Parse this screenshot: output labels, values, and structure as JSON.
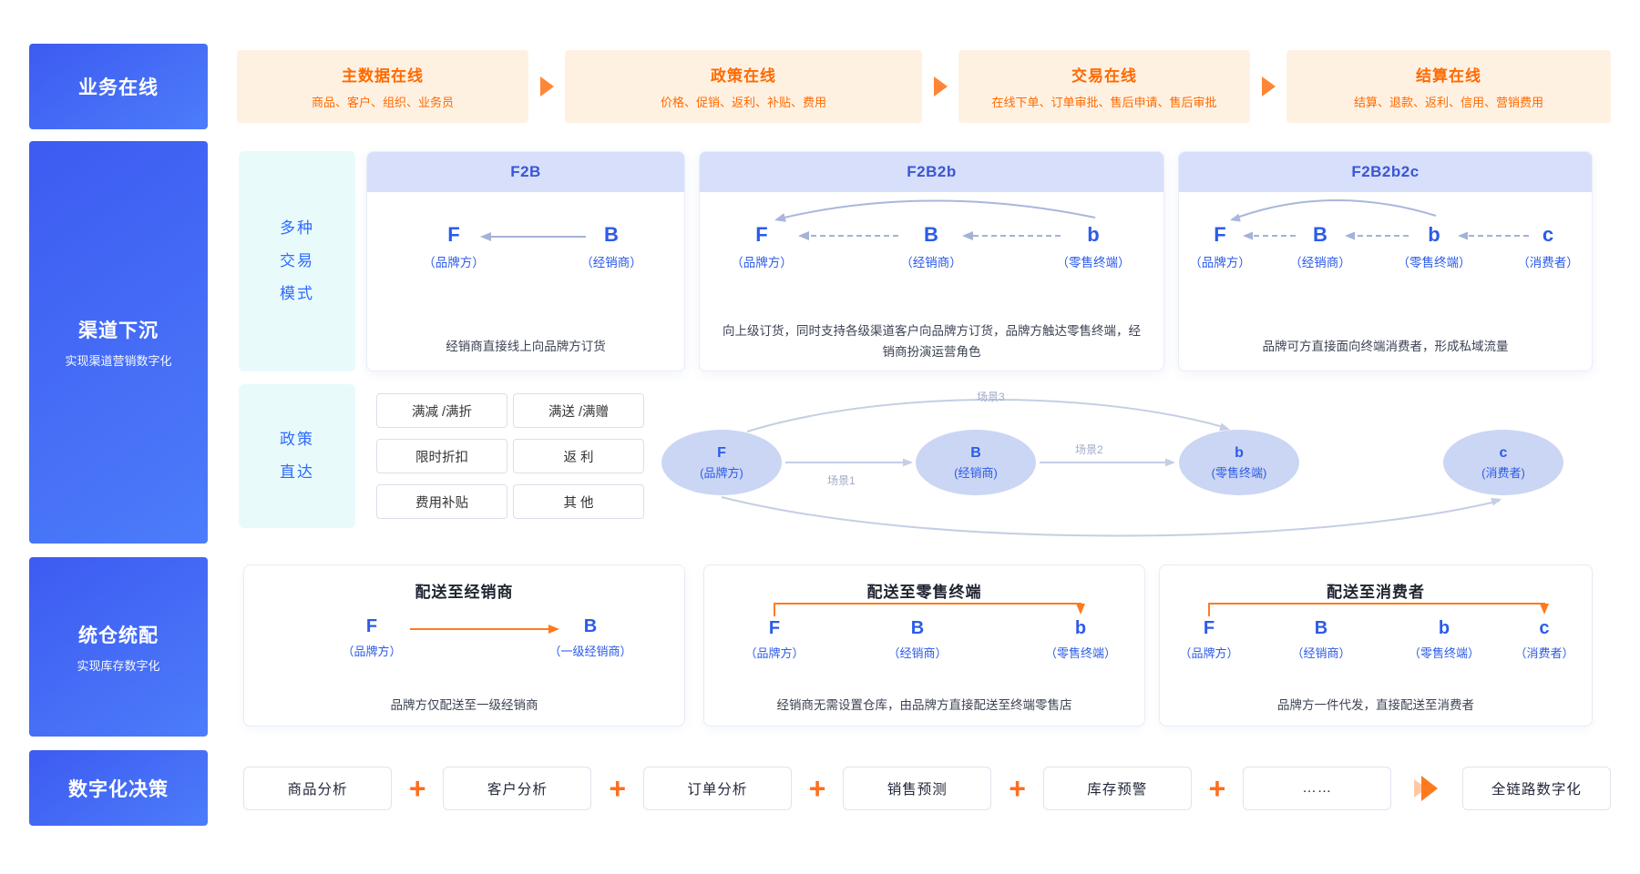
{
  "colors": {
    "label_blue_start": "#3D5BF1",
    "label_blue_end": "#4C7CFA",
    "accent_orange": "#FF6E1E",
    "light_orange_bg": "#FFF1E2",
    "orange_text": "#FF6A00",
    "cyan_tag_bg": "#E9FAFB",
    "tag_text_blue": "#2E6BFF",
    "card_header_bg": "#D7DFFA",
    "card_header_text": "#3A56D4",
    "node_blue": "#2B5BE8",
    "ellipse_fill": "#CBD6F4",
    "connector_blue": "#A3B2D8",
    "caption_gray": "#3D4354"
  },
  "business": {
    "label": "业务在线",
    "items": [
      {
        "title": "主数据在线",
        "subtitle": "商品、客户、组织、业务员"
      },
      {
        "title": "政策在线",
        "subtitle": "价格、促销、返利、补贴、费用"
      },
      {
        "title": "交易在线",
        "subtitle": "在线下单、订单审批、售后申请、售后审批"
      },
      {
        "title": "结算在线",
        "subtitle": "结算、退款、返利、信用、营销费用"
      }
    ]
  },
  "channel": {
    "label": "渠道下沉",
    "sublabel": "实现渠道营销数字化",
    "trade": {
      "tag": "多种\n交易\n模式",
      "cards": [
        {
          "header": "F2B",
          "nodes": [
            {
              "letter": "F",
              "role": "（品牌方）"
            },
            {
              "letter": "B",
              "role": "（经销商）"
            }
          ],
          "caption": "经销商直接线上向品牌方订货"
        },
        {
          "header": "F2B2b",
          "nodes": [
            {
              "letter": "F",
              "role": "（品牌方）"
            },
            {
              "letter": "B",
              "role": "（经销商）"
            },
            {
              "letter": "b",
              "role": "（零售终端）"
            }
          ],
          "caption": "向上级订货，同时支持各级渠道客户向品牌方订货，品牌方触达零售终端，经销商扮演运营角色"
        },
        {
          "header": "F2B2b2c",
          "nodes": [
            {
              "letter": "F",
              "role": "（品牌方）"
            },
            {
              "letter": "B",
              "role": "（经销商）"
            },
            {
              "letter": "b",
              "role": "（零售终端）"
            },
            {
              "letter": "c",
              "role": "（消费者）"
            }
          ],
          "caption": "品牌可方直接面向终端消费者，形成私域流量"
        }
      ]
    },
    "policy": {
      "tag": "政策\n直达",
      "buttons": [
        "满减 /满折",
        "满送 /满赠",
        "限时折扣",
        "返 利",
        "费用补贴",
        "其 他"
      ],
      "scenes": [
        "场景1",
        "场景2",
        "场景3"
      ],
      "nodes": [
        {
          "letter": "F",
          "role": "(品牌方)"
        },
        {
          "letter": "B",
          "role": "(经销商)"
        },
        {
          "letter": "b",
          "role": "(零售终端)"
        },
        {
          "letter": "c",
          "role": "(消费者)"
        }
      ]
    }
  },
  "warehouse": {
    "label": "统仓统配",
    "sublabel": "实现库存数字化",
    "cards": [
      {
        "title": "配送至经销商",
        "nodes": [
          {
            "letter": "F",
            "role": "（品牌方）"
          },
          {
            "letter": "B",
            "role": "（一级经销商）"
          }
        ],
        "caption": "品牌方仅配送至一级经销商"
      },
      {
        "title": "配送至零售终端",
        "nodes": [
          {
            "letter": "F",
            "role": "（品牌方）"
          },
          {
            "letter": "B",
            "role": "（经销商）"
          },
          {
            "letter": "b",
            "role": "（零售终端）"
          }
        ],
        "caption": "经销商无需设置仓库，由品牌方直接配送至终端零售店"
      },
      {
        "title": "配送至消费者",
        "nodes": [
          {
            "letter": "F",
            "role": "（品牌方）"
          },
          {
            "letter": "B",
            "role": "（经销商）"
          },
          {
            "letter": "b",
            "role": "（零售终端）"
          },
          {
            "letter": "c",
            "role": "（消费者）"
          }
        ],
        "caption": "品牌方一件代发，直接配送至消费者"
      }
    ]
  },
  "decision": {
    "label": "数字化决策",
    "items": [
      "商品分析",
      "客户分析",
      "订单分析",
      "销售预测",
      "库存预警",
      "……"
    ],
    "plus": "+",
    "result": "全链路数字化"
  }
}
